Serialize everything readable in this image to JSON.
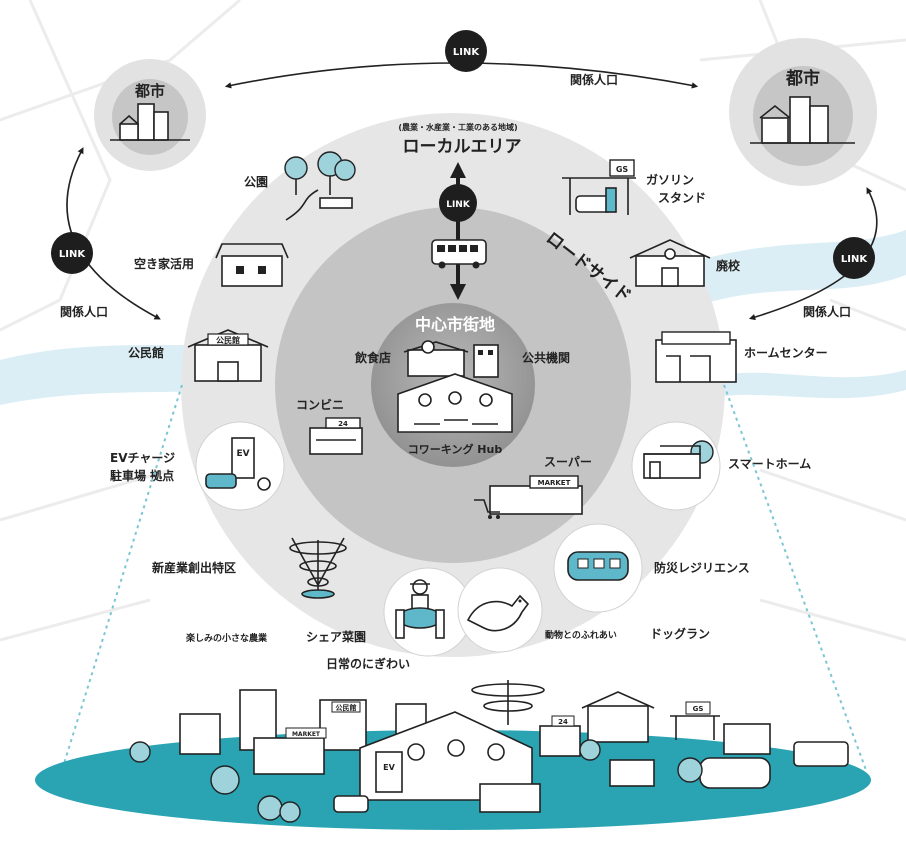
{
  "link_badge": "LINK",
  "top_link": {
    "badge": "LINK",
    "label": "関係人口"
  },
  "left_city": {
    "label": "都市",
    "link_badge": "LINK",
    "link_label": "関係人口"
  },
  "right_city": {
    "label": "都市",
    "link_badge": "LINK",
    "link_label": "関係人口"
  },
  "local_area": {
    "note": "(農業・水産業・工業のある地域)",
    "title": "ローカルエリア",
    "link_badge": "LINK"
  },
  "roadside": {
    "title": "ロードサイド"
  },
  "center": {
    "title": "中心市街地",
    "restaurant": "飲食店",
    "public_office": "公共機関",
    "coworking": "コワーキング Hub"
  },
  "ring_items": {
    "park": "公園",
    "vacant_house": "空き家活用",
    "community_hall": "公民館",
    "community_hall_sign": "公民館",
    "ev_charge_line1": "EVチャージ",
    "ev_charge_line2": "駐車場 拠点",
    "ev_sign": "EV",
    "new_industry": "新産業創出特区",
    "share_farm_prefix": "楽しみの小さな農業",
    "share_farm": "シェア菜園",
    "daily_bustle": "日常のにぎわい",
    "dog_run_prefix": "動物とのふれあい",
    "dog_run": "ドッグラン",
    "disaster": "防災レジリエンス",
    "smart_home": "スマートホーム",
    "home_center": "ホームセンター",
    "closed_school": "廃校",
    "gas_station_line1": "ガソリン",
    "gas_station_line2": "スタンド",
    "gas_sign": "GS",
    "convenience": "コンビニ",
    "conv_sign": "24",
    "supermarket": "スーパー",
    "market_sign": "MARKET"
  },
  "bottom_town": {
    "market_sign": "MARKET",
    "hall_sign": "公民館",
    "ev_sign": "EV",
    "conv_sign": "24",
    "gas_sign": "GS"
  },
  "colors": {
    "outer_ring": "#e6e6e6",
    "mid_ring": "#c4c4c4",
    "core": "#9a9a9a",
    "teal": "#2aa3b3",
    "map_river": "#dbeef5",
    "dark": "#1e1e1e"
  }
}
